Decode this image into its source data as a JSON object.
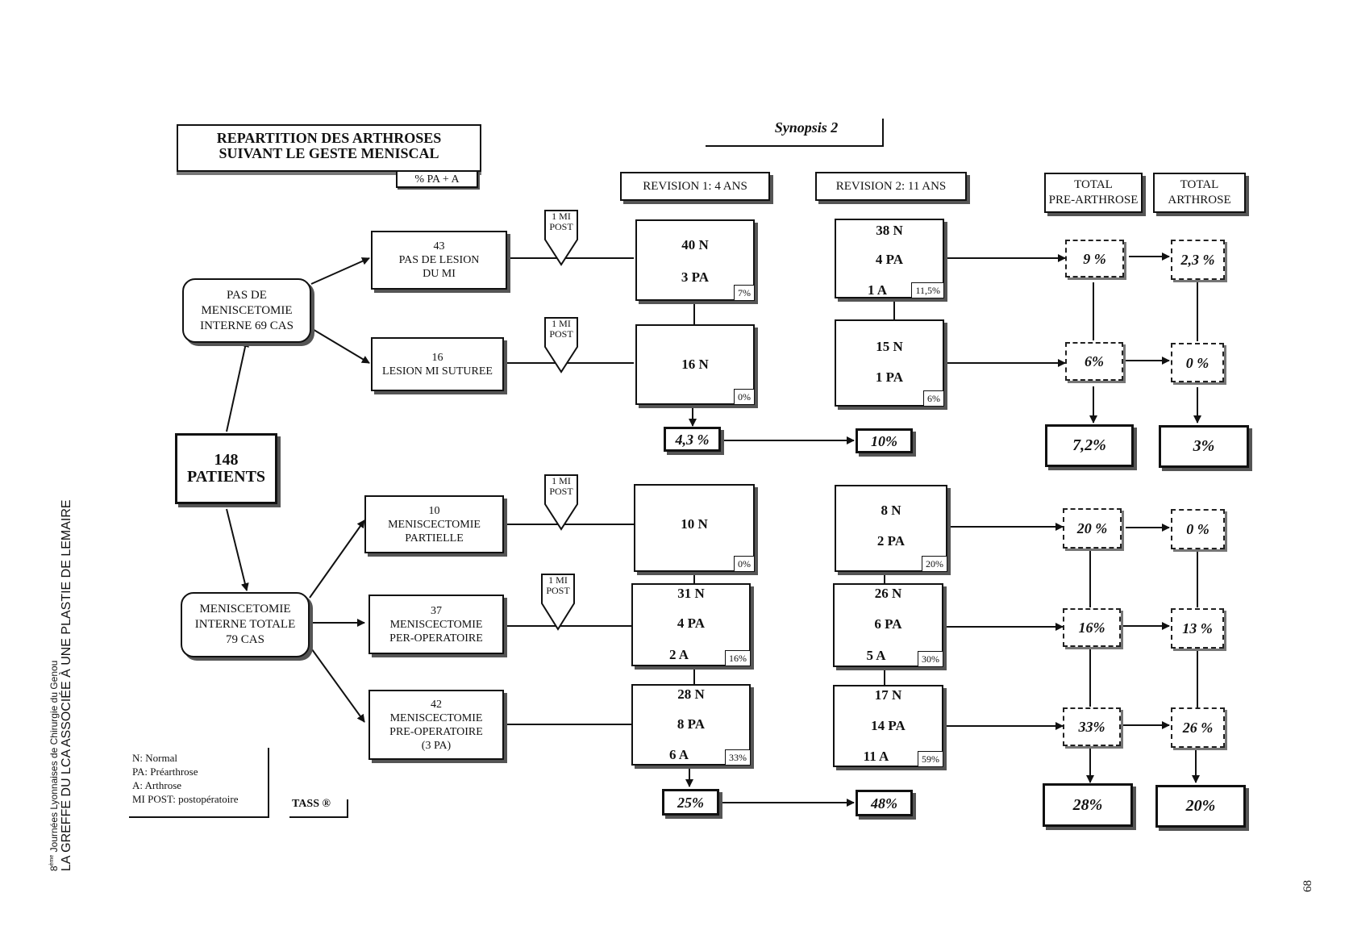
{
  "title": {
    "line1": "REPARTITION DES ARTHROSES",
    "line2": "SUIVANT LE GESTE MENISCAL",
    "tag": "% PA + A"
  },
  "synopsis": "Synopsis 2",
  "headers": {
    "revision1": "REVISION 1: 4 ANS",
    "revision2": "REVISION 2: 11 ANS",
    "total_pre_line1": "TOTAL",
    "total_pre_line2": "PRE-ARTHROSE",
    "total_arth_line1": "TOTAL",
    "total_arth_line2": "ARTHROSE"
  },
  "root": {
    "line1": "148",
    "line2": "PATIENTS"
  },
  "groups": {
    "no_menisc": {
      "line1": "PAS DE",
      "line2": "MENISCETOMIE",
      "line3": "INTERNE 69 CAS"
    },
    "total_menisc": {
      "line1": "MENISCETOMIE",
      "line2": "INTERNE TOTALE",
      "line3": "79 CAS"
    }
  },
  "categories": {
    "no_lesion": {
      "count": "43",
      "line1": "PAS DE LESION",
      "line2": "DU MI"
    },
    "sutured": {
      "count": "16",
      "line1": "LESION MI SUTUREE"
    },
    "partial": {
      "count": "10",
      "line1": "MENISCECTOMIE",
      "line2": "PARTIELLE"
    },
    "per_op": {
      "count": "37",
      "line1": "MENISCECTOMIE",
      "line2": "PER-OPERATOIRE"
    },
    "pre_op": {
      "count": "42",
      "line1": "MENISCECTOMIE",
      "line2": "PRE-OPERATOIRE",
      "line3": "(3 PA)"
    }
  },
  "mi_post": {
    "line1": "1 MI",
    "line2": "POST"
  },
  "rev1": {
    "no_lesion": {
      "n": "40  N",
      "pa": "3 PA",
      "pct": "7%"
    },
    "sutured": {
      "n": "16  N",
      "pct": "0%"
    },
    "partial": {
      "n": "10  N",
      "pct": "0%"
    },
    "per_op": {
      "n": "31  N",
      "pa": "4 PA",
      "a": "2 A",
      "pct": "16%"
    },
    "pre_op": {
      "n": "28  N",
      "pa": "8 PA",
      "a": "6 A",
      "pct": "33%"
    }
  },
  "rev2": {
    "no_lesion": {
      "n": "38  N",
      "pa": "4 PA",
      "a": "1 A",
      "pct": "11,5%"
    },
    "sutured": {
      "n": "15  N",
      "pa": "1 PA",
      "pct": "6%"
    },
    "partial": {
      "n": "8  N",
      "pa": "2 PA",
      "pct": "20%"
    },
    "per_op": {
      "n": "26  N",
      "pa": "6 PA",
      "a": "5 A",
      "pct": "30%"
    },
    "pre_op": {
      "n": "17  N",
      "pa": "14 PA",
      "a": "11  A",
      "pct": "59%"
    }
  },
  "totals_pre": {
    "no_lesion": "9 %",
    "sutured": "6%",
    "partial": "20 %",
    "per_op": "16%",
    "pre_op": "33%",
    "upper_sum": "7,2%",
    "lower_sum": "28%"
  },
  "totals_arth": {
    "no_lesion": "2,3 %",
    "sutured": "0 %",
    "partial": "0 %",
    "per_op": "13 %",
    "pre_op": "26 %",
    "upper_sum": "3%",
    "lower_sum": "20%"
  },
  "summaries": {
    "upper_rev1": "4,3  %",
    "upper_rev2": "10%",
    "lower_rev1": "25%",
    "lower_rev2": "48%"
  },
  "legend": {
    "n": "N: Normal",
    "pa": "PA: Préarthrose",
    "a": "A: Arthrose",
    "mi": "MI POST: postopératoire"
  },
  "tass": "TASS ®",
  "sidebar": {
    "line1_sup": "ème",
    "line1_num": "8",
    "line1_rest": " Journées Lyonnaises de Chirurgie du Genou",
    "line2": "LA GREFFE DU LCA ASSOCIÉE À UNE PLASTIE DE LEMAIRE"
  },
  "page_number": "68"
}
